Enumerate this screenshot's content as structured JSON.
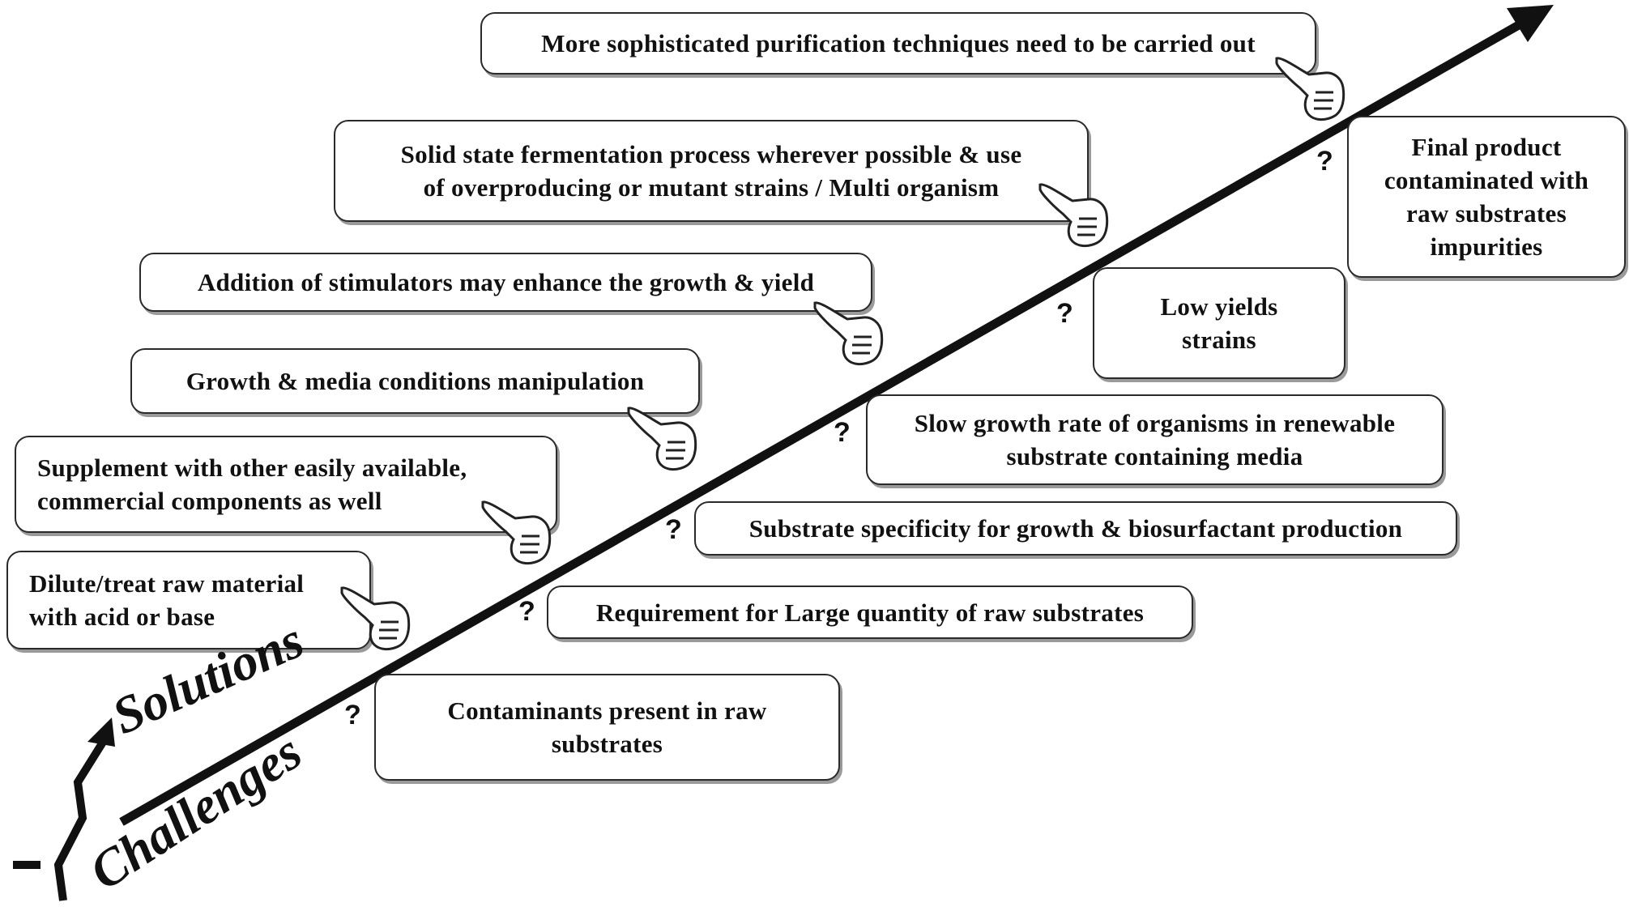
{
  "solutions": {
    "purification": "More sophisticated purification techniques need to be carried out",
    "solid_state": "Solid state fermentation process wherever possible & use\nof overproducing or mutant strains / Multi organism",
    "stimulators": "Addition of stimulators may enhance the growth & yield",
    "growth_media": "Growth & media conditions manipulation",
    "supplement": "Supplement with other easily available,\ncommercial  components as well",
    "dilute": "Dilute/treat raw material\nwith acid or base"
  },
  "challenges": {
    "final_product": "Final product\ncontaminated with\nraw substrates\nimpurities",
    "low_yields": "Low yields\nstrains",
    "slow_growth": "Slow growth rate of organisms in renewable\nsubstrate containing media",
    "substrate_specificity": "Substrate specificity for growth & biosurfactant production",
    "requirement": "Requirement  for Large quantity of raw substrates",
    "contaminants": "Contaminants present in raw\nsubstrates"
  },
  "question_mark": "?",
  "labels": {
    "solutions": "Solutions",
    "challenges": "Challenges"
  },
  "icons": {
    "hand": "pointing-hand-icon",
    "arrow": "diagonal-arrow"
  },
  "colors": {
    "ink": "#111111",
    "shadow": "#9a9a9a"
  }
}
